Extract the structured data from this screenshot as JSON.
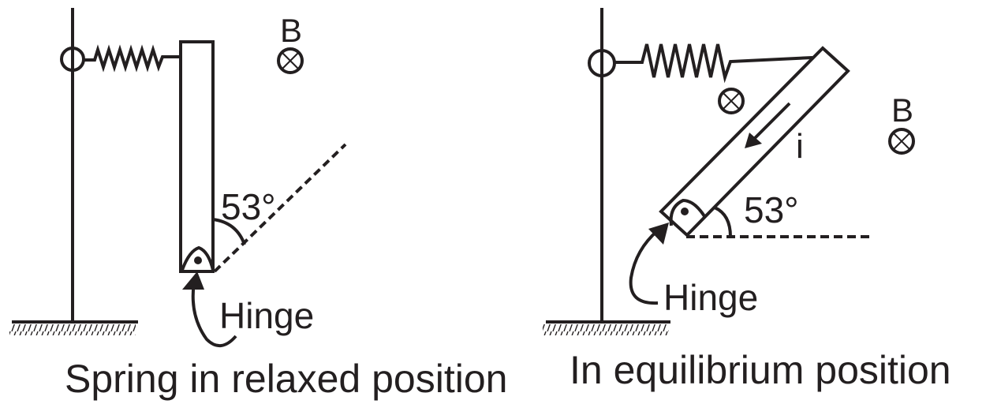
{
  "colors": {
    "ink": "#231f20",
    "background": "#ffffff"
  },
  "left_figure": {
    "field_label": "B",
    "field_symbol": "into-page-cross",
    "angle_label": "53°",
    "hinge_label": "Hinge",
    "caption": "Spring in relaxed position"
  },
  "right_figure": {
    "field_label": "B",
    "field_symbol": "into-page-cross",
    "current_label": "i",
    "angle_label": "53°",
    "hinge_label": "Hinge",
    "caption": "In equilibrium position"
  }
}
